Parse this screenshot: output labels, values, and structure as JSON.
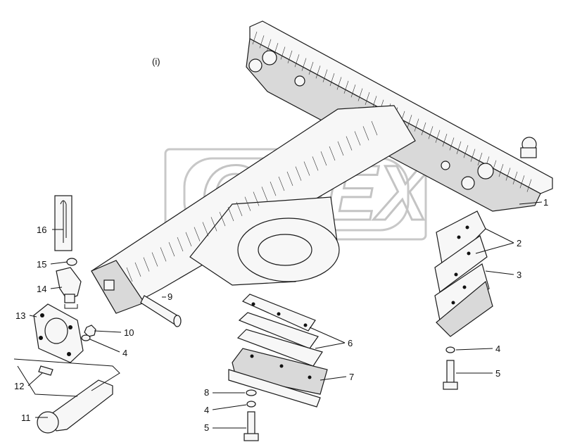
{
  "diagram": {
    "watermark_text": "OMEX",
    "stray_mark": "(i)",
    "callouts": [
      {
        "id": "c1",
        "label": "1"
      },
      {
        "id": "c2",
        "label": "2"
      },
      {
        "id": "c3",
        "label": "3"
      },
      {
        "id": "c4a",
        "label": "4"
      },
      {
        "id": "c5a",
        "label": "5"
      },
      {
        "id": "c6",
        "label": "6"
      },
      {
        "id": "c7",
        "label": "7"
      },
      {
        "id": "c8",
        "label": "8"
      },
      {
        "id": "c4b",
        "label": "4"
      },
      {
        "id": "c5b",
        "label": "5"
      },
      {
        "id": "c9",
        "label": "9"
      },
      {
        "id": "c10",
        "label": "10"
      },
      {
        "id": "c4c",
        "label": "4"
      },
      {
        "id": "c11",
        "label": "11"
      },
      {
        "id": "c12",
        "label": "12"
      },
      {
        "id": "c13",
        "label": "13"
      },
      {
        "id": "c14",
        "label": "14"
      },
      {
        "id": "c15",
        "label": "15"
      },
      {
        "id": "c16",
        "label": "16"
      }
    ]
  }
}
